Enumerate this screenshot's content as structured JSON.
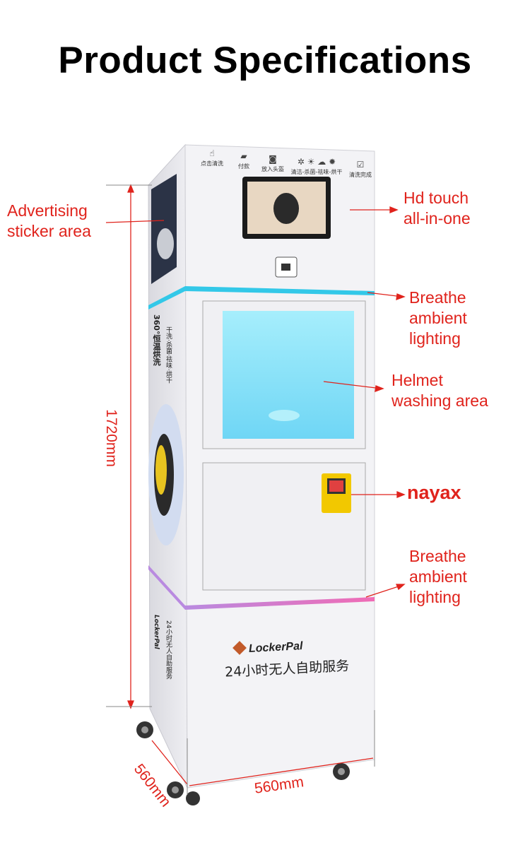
{
  "title": "Product Specifications",
  "annotations": {
    "advertising": [
      "Advertising",
      "sticker area"
    ],
    "touch": [
      "Hd touch",
      "all-in-one"
    ],
    "breathe_top": [
      "Breathe",
      "ambient",
      "lighting"
    ],
    "helmet": [
      "Helmet",
      "washing area"
    ],
    "nayax": "nayax",
    "breathe_bottom": [
      "Breathe",
      "ambient",
      "lighting"
    ]
  },
  "dimensions": {
    "height": "1720mm",
    "width": "560mm",
    "depth": "560mm"
  },
  "panel_steps": [
    {
      "label": "点击清洗",
      "icon": "touch-icon"
    },
    {
      "label": "付款",
      "icon": "wallet-icon"
    },
    {
      "label": "放入头盔",
      "icon": "helmet-icon"
    },
    {
      "label": "清洁-杀菌-祛味-烘干",
      "icon": "process-icons"
    },
    {
      "label": "清洗完成",
      "icon": "check-icon"
    }
  ],
  "side_text": {
    "headline": "360°恒温烘洗",
    "sub": "干洗·杀菌·祛味·烘干",
    "brand": "LockerPal",
    "slogan": "24小时无人自助服务"
  },
  "front": {
    "brand": "LockerPal",
    "slogan": "24小时无人自助服务"
  },
  "colors": {
    "annotation": "#e0231c",
    "top_light": "#33c8e8",
    "bottom_light": "#e66bc0",
    "window": "#8ee6fa",
    "nayax": "#f2c800"
  }
}
